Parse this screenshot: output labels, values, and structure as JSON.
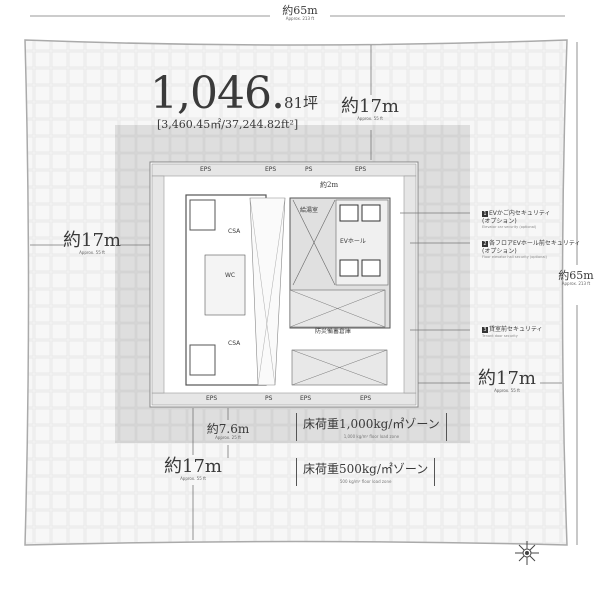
{
  "dimensions": {
    "top_width": {
      "value": "約65m",
      "approx": "Approx. 213 ft"
    },
    "right_height": {
      "value": "約65m",
      "approx": "Approx. 213 ft"
    },
    "top_depth": {
      "value": "約17m",
      "approx": "Approx. 55 ft"
    },
    "left_depth": {
      "value": "約17m",
      "approx": "Approx. 55 ft"
    },
    "right_depth": {
      "value": "約17m",
      "approx": "Approx. 55 ft"
    },
    "bottom_depth": {
      "value": "約17m",
      "approx": "Approx. 55 ft"
    },
    "bottom_heavy_zone": {
      "value": "約7.6m",
      "approx": "Approx. 25 ft"
    },
    "core_gap": {
      "value": "約2m"
    }
  },
  "area": {
    "tsubo_int": "1,046.",
    "tsubo_dec": "81坪",
    "metric": "[3,460.45㎡/37,244.82ft²]"
  },
  "zones": {
    "heavy": {
      "label": "床荷重1,000kg/㎡ゾーン",
      "en": "1,000 kg/m² floor load zone"
    },
    "normal": {
      "label": "床荷重500kg/㎡ゾーン",
      "en": "500 kg/m² floor load zone"
    }
  },
  "security": [
    {
      "num": "1",
      "label": "EVかご内セキュリティ",
      "option": "(オプション)",
      "en": "Elevator car security (optional)"
    },
    {
      "num": "2",
      "label": "各フロアEVホール前セキュリティ",
      "option": "(オプション)",
      "en": "Floor elevator hall security (optional)"
    },
    {
      "num": "3",
      "label": "貸室前セキュリティ",
      "en": "Tenant door security"
    }
  ],
  "core": {
    "ev_hall": "EVホール",
    "storage": "防災備蓄倉庫",
    "eps": "EPS",
    "ps": "PS",
    "csa": "CSA",
    "wc": "WC",
    "kitchen": "給湯室"
  },
  "colors": {
    "grid_light": "#f2f2f2",
    "grid_heavy": "#d9d9d9",
    "line": "#bdbdbd",
    "wall": "#555555"
  },
  "icons": [
    "compass-rose-icon",
    "security-camera-icon"
  ]
}
